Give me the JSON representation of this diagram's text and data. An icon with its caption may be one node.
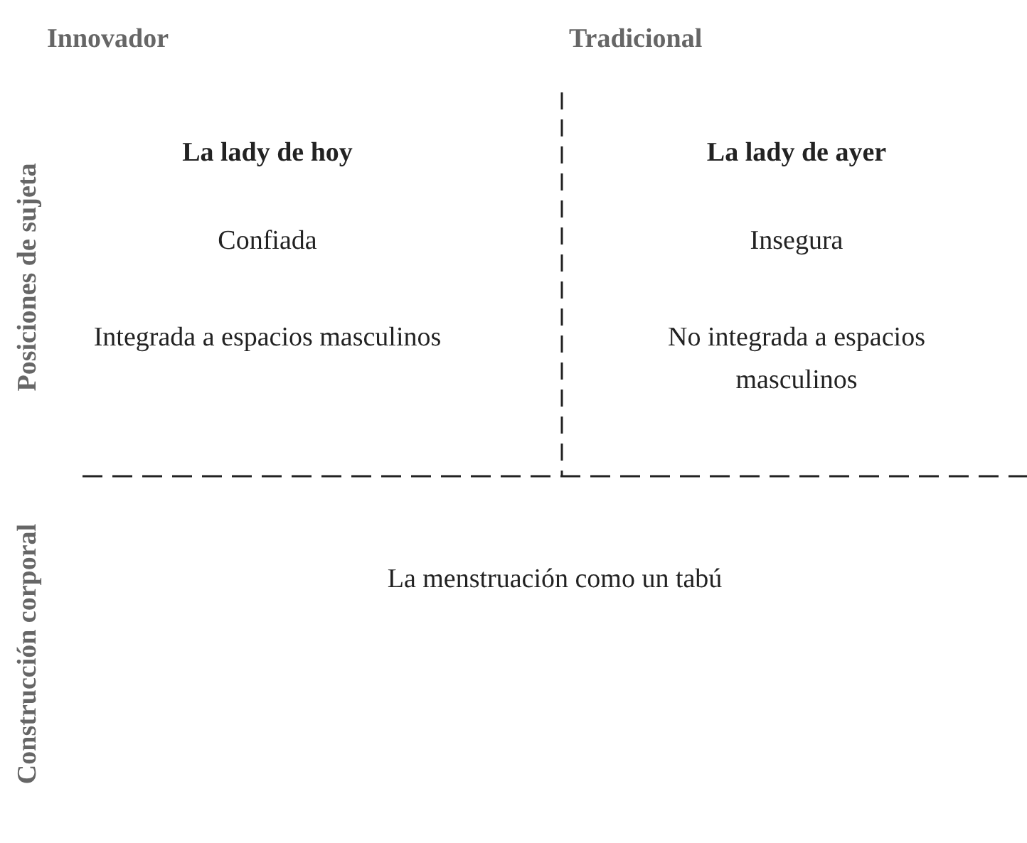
{
  "diagram": {
    "labels": [
      "Innovador",
      "Tradicional",
      "Posiciones de sujeta",
      "La lady de hoy",
      "La lady de ayer",
      "Confiada",
      "Insegura",
      "Integrada a espacios masculinos",
      "No integrada a espacios masculinos",
      "Construcción corporal",
      "La menstruación como un tabú"
    ]
  }
}
